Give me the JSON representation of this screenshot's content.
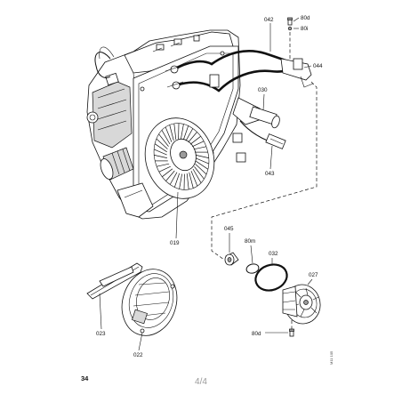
{
  "page": {
    "number": "34",
    "counter": "4/4",
    "reference_code": "M11 105"
  },
  "callouts": {
    "c042": "042",
    "c80d_top": "80d",
    "c80i": "80i",
    "c044": "044",
    "c030": "030",
    "c043": "043",
    "c019": "019",
    "c045": "045",
    "c80m": "80m",
    "c032": "032",
    "c027": "027",
    "c023": "023",
    "c022": "022",
    "c80d_bottom": "80d"
  },
  "colors": {
    "line": "#111111",
    "background": "#ffffff",
    "counter_text": "#9a9a9a"
  }
}
